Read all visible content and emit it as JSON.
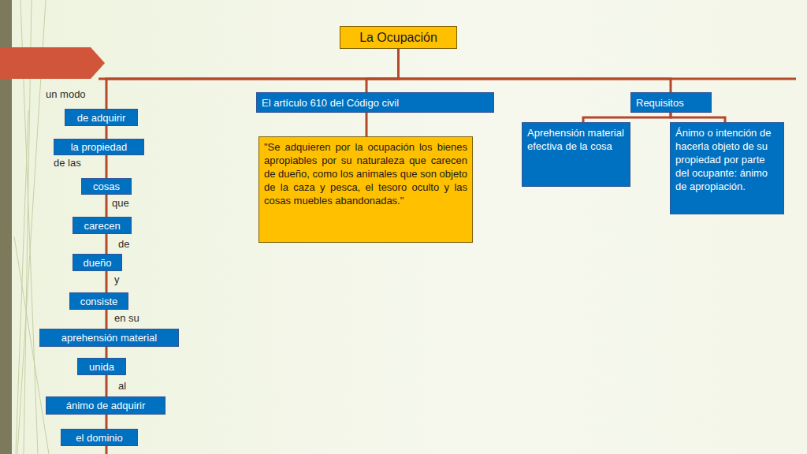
{
  "diagram": {
    "nodes": [
      {
        "text": [
          "La Ocupación"
        ]
      },
      {
        "text": [
          "de adquirir"
        ]
      },
      {
        "text": [
          "la propiedad"
        ]
      },
      {
        "text": [
          "cosas"
        ]
      },
      {
        "text": [
          "carecen"
        ]
      },
      {
        "text": [
          "dueño"
        ]
      },
      {
        "text": [
          "consiste"
        ]
      },
      {
        "text": [
          "aprehensión material"
        ]
      },
      {
        "text": [
          "unida"
        ]
      },
      {
        "text": [
          "ánimo de adquirir"
        ]
      },
      {
        "text": [
          "el dominio"
        ]
      },
      {
        "text": [
          "El artículo 610 del Código civil"
        ]
      },
      {
        "text": [
          "\"Se adquieren por la ocupación los bienes apropiables por su naturaleza que carecen de dueño, como los animales que son objeto de la caza y pesca, el tesoro oculto y las cosas muebles abandonadas.\""
        ]
      },
      {
        "text": [
          "Requisitos"
        ]
      },
      {
        "text": [
          "Aprehensión material efectiva de la cosa"
        ]
      },
      {
        "text": [
          "Ánimo o intención de hacerla objeto de su propiedad por parte del ocupante: ánimo de apropiación."
        ]
      }
    ],
    "edges": [
      {
        "from": 0,
        "to": 11,
        "arrow": "none"
      },
      {
        "from": 11,
        "to": 12,
        "arrow": "none"
      },
      {
        "from": 0,
        "to": 13,
        "arrow": "none"
      },
      {
        "from": 13,
        "to": 14,
        "arrow": "none"
      },
      {
        "from": 13,
        "to": 15,
        "arrow": "none"
      },
      {
        "from": 0,
        "to": 1,
        "label": "un modo",
        "arrow": "none"
      },
      {
        "from": 1,
        "to": 2,
        "arrow": "none"
      },
      {
        "from": 2,
        "to": 3,
        "label": "de las",
        "arrow": "none"
      },
      {
        "from": 3,
        "to": 4,
        "label": "que",
        "arrow": "none"
      },
      {
        "from": 4,
        "to": 5,
        "label": "de",
        "arrow": "none"
      },
      {
        "from": 5,
        "to": 6,
        "label": "y",
        "arrow": "none"
      },
      {
        "from": 6,
        "to": 7,
        "label": "en su",
        "arrow": "none"
      },
      {
        "from": 7,
        "to": 8,
        "arrow": "none"
      },
      {
        "from": 8,
        "to": 9,
        "label": "al",
        "arrow": "none"
      },
      {
        "from": 9,
        "to": 10,
        "arrow": "none"
      }
    ]
  }
}
